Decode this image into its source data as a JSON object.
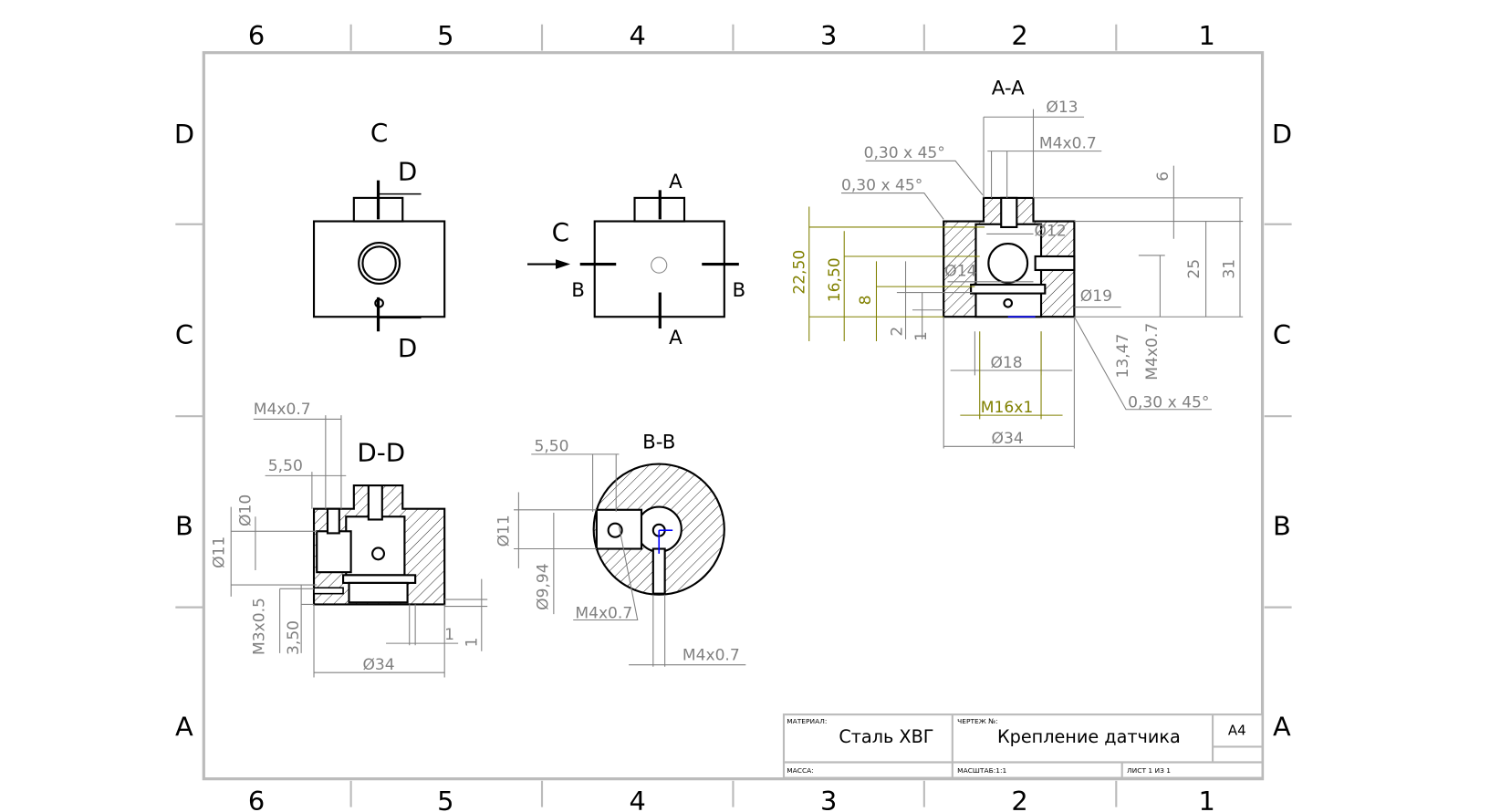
{
  "zones": {
    "columns": [
      "6",
      "5",
      "4",
      "3",
      "2",
      "1"
    ],
    "rows": [
      "D",
      "C",
      "B",
      "A"
    ]
  },
  "views": {
    "view_c": {
      "label": "C",
      "arrow_top": "D",
      "arrow_bottom": "D"
    },
    "front": {
      "label_c": "C",
      "sec_a_top": "A",
      "sec_a_bottom": "A",
      "sec_b_left": "B",
      "sec_b_right": "B"
    },
    "section_aa": {
      "label": "A-A",
      "dims": [
        "Ø13",
        "M4x0.7",
        "0,30 x 45°",
        "0,30 x 45°",
        "6",
        "Ø12",
        "Ø14",
        "Ø19",
        "25",
        "31",
        "13,47",
        "M4x0.7",
        "0,30 x 45°",
        "Ø18",
        "M16x1",
        "Ø34",
        "2",
        "1"
      ],
      "dims_highlight": [
        "22,50",
        "16,50",
        "8"
      ]
    },
    "section_dd": {
      "label": "D-D",
      "dims": [
        "M4x0.7",
        "5,50",
        "Ø10",
        "Ø11",
        "M3x0.5",
        "3,50",
        "Ø34",
        "1",
        "1"
      ]
    },
    "section_bb": {
      "label": "B-B",
      "dims": [
        "5,50",
        "Ø11",
        "Ø9,94",
        "M4x0.7",
        "M4x0.7"
      ]
    }
  },
  "title_block": {
    "material_label": "МАТЕРИАЛ:",
    "material": "Сталь ХВГ",
    "drawing_no_label": "ЧЕРТЕЖ №:",
    "drawing_name": "Крепление датчика",
    "sheet_size": "A4",
    "mass_label": "МАССА:",
    "scale_label": "МАСШТАБ:1:1",
    "sheet_label": "ЛИСТ 1 ИЗ 1"
  }
}
